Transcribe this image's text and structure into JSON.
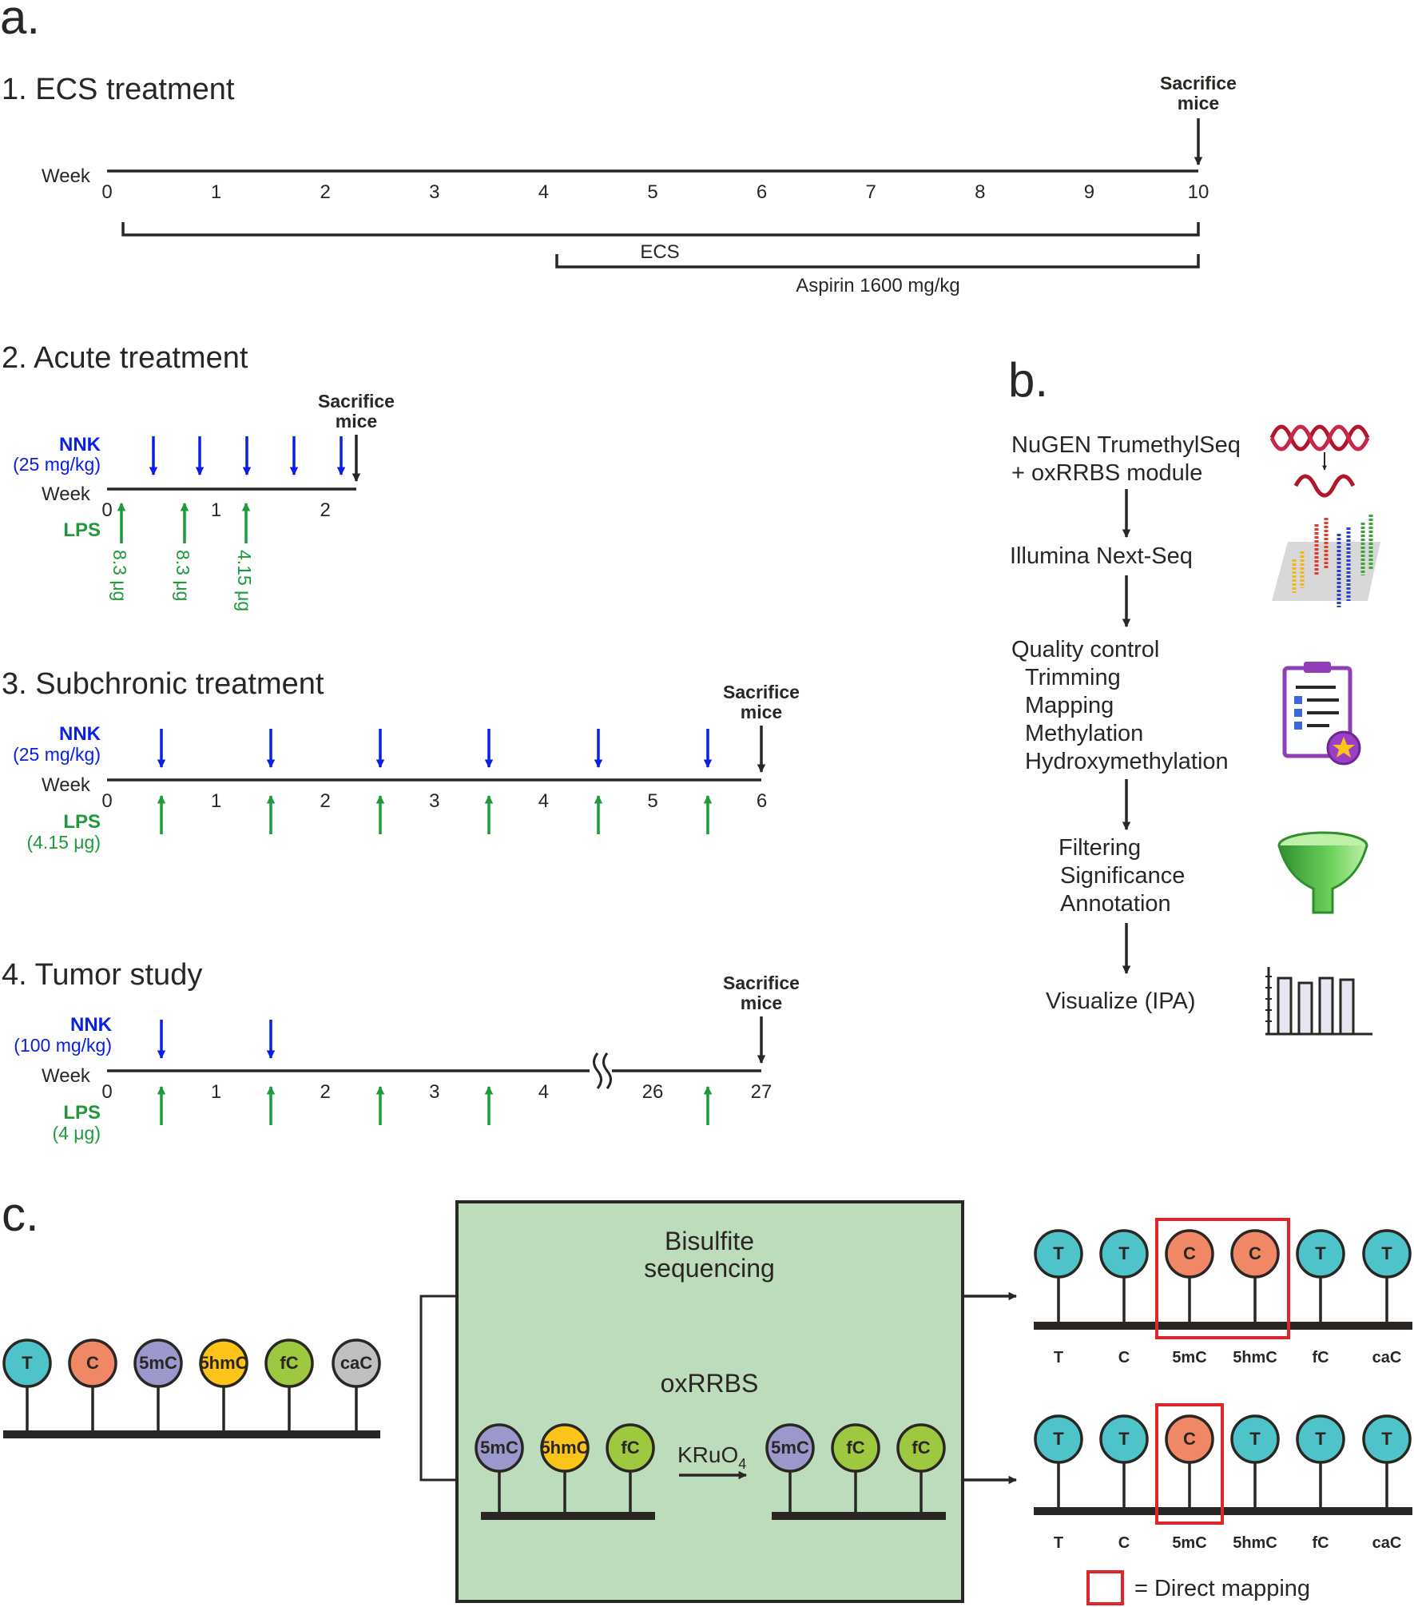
{
  "panel_a": {
    "label": "a.",
    "sacrifice": [
      "Sacrifice",
      "mice"
    ],
    "week_label": "Week",
    "s1": {
      "title": "1. ECS treatment",
      "ticks": [
        "0",
        "1",
        "2",
        "3",
        "4",
        "5",
        "6",
        "7",
        "8",
        "9",
        "10"
      ],
      "ecs_label": "ECS",
      "aspirin_label": "Aspirin 1600 mg/kg"
    },
    "s2": {
      "title": "2. Acute treatment",
      "nnk": "NNK",
      "nnk_dose": "(25 mg/kg)",
      "ticks": [
        "0",
        "1",
        "2"
      ],
      "lps": "LPS",
      "lps_doses": [
        "8.3 μg",
        "8.3 μg",
        "4.15 μg"
      ]
    },
    "s3": {
      "title": "3. Subchronic treatment",
      "nnk": "NNK",
      "nnk_dose": "(25 mg/kg)",
      "ticks": [
        "0",
        "1",
        "2",
        "3",
        "4",
        "5",
        "6"
      ],
      "lps": "LPS",
      "lps_dose": "(4.15 μg)"
    },
    "s4": {
      "title": "4. Tumor study",
      "nnk": "NNK",
      "nnk_dose": "(100 mg/kg)",
      "ticks": [
        "0",
        "1",
        "2",
        "3",
        "4",
        "26",
        "27"
      ],
      "lps": "LPS",
      "lps_dose": "(4 μg)"
    }
  },
  "panel_b": {
    "label": "b.",
    "step1": [
      "NuGEN TrumethylSeq",
      "+ oxRRBS module"
    ],
    "step2": "Illumina Next-Seq",
    "step3": [
      "Quality control",
      "Trimming",
      "Mapping",
      "Methylation",
      "Hydroxymethylation"
    ],
    "step4": [
      "Filtering",
      "Significance",
      "Annotation"
    ],
    "step5": "Visualize (IPA)"
  },
  "panel_c": {
    "label": "c.",
    "left_nucs": [
      "T",
      "C",
      "5mC",
      "5hmC",
      "fC",
      "caC"
    ],
    "box_title": [
      "Bisulfite",
      "sequencing"
    ],
    "oxrrbs": "oxRRBS",
    "before": [
      "5mC",
      "5hmC",
      "fC"
    ],
    "after": [
      "5mC",
      "fC",
      "fC"
    ],
    "reagent": "KRuO",
    "reagent_sub": "4",
    "top_result": [
      "T",
      "T",
      "C",
      "C",
      "T",
      "T"
    ],
    "bottom_result": [
      "T",
      "T",
      "C",
      "T",
      "T",
      "T"
    ],
    "bottom_labels": [
      "T",
      "C",
      "5mC",
      "5hmC",
      "fC",
      "caC"
    ],
    "legend": "= Direct mapping"
  },
  "colors": {
    "nnk_blue": "#0a20e0",
    "lps_green": "#1f9a3a",
    "dark": "#2a2623",
    "T": "#4fc3ca",
    "C": "#f08765",
    "5mC": "#9b98cb",
    "5hmC": "#fcc419",
    "fC": "#9dc83f",
    "caC": "#c0c0c2",
    "box_fill": "#bcdcbc",
    "direct_red": "#e0262a"
  }
}
